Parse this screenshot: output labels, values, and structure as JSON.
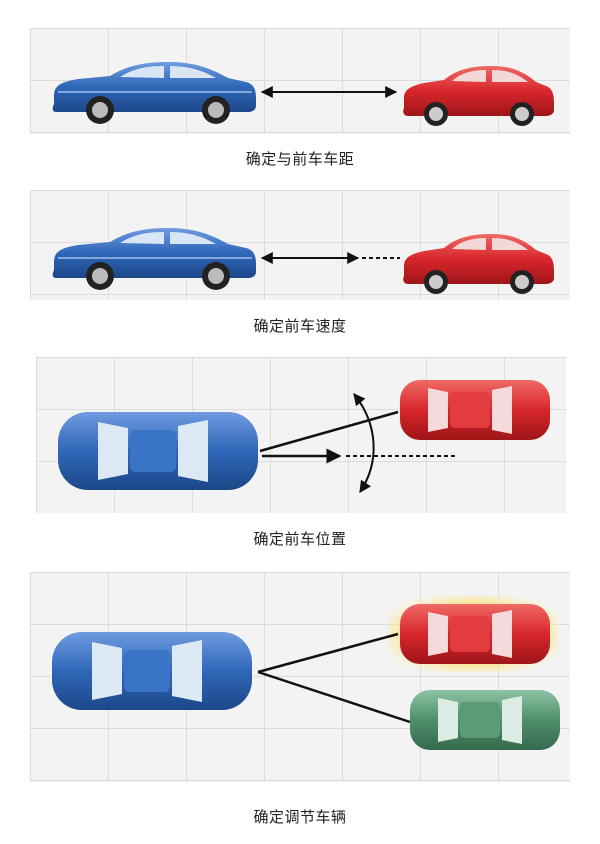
{
  "captions": {
    "distance": "确定与前车车距",
    "speed": "确定前车速度",
    "position": "确定前车位置",
    "select": "确定调节车辆"
  },
  "colors": {
    "ego_blue": "#2f67b8",
    "lead_red": "#d8262b",
    "adjacent_green": "#4f8f6c",
    "highlight": "#f5d36a"
  }
}
